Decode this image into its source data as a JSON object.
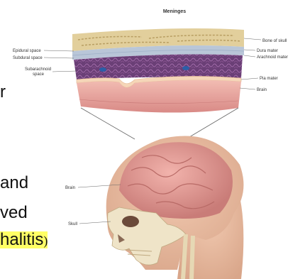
{
  "title": "Meninges",
  "labels": {
    "epidural": "Epidural space",
    "subdural": "Subdural space",
    "subarachnoid_1": "Subarachnoid",
    "subarachnoid_2": "space",
    "bone_of_skull": "Bone of skull",
    "dura_mater": "Dura mater",
    "arachnoid_mater": "Arachnoid mater",
    "pia_mater": "Pia mater",
    "brain_layer": "Brain",
    "brain_head": "Brain",
    "skull": "Skull"
  },
  "background_fragments": {
    "r": "r",
    "and": "and",
    "ved": "ved",
    "halitis": "halitis",
    "paren": ")"
  },
  "colors": {
    "bone": "#e2cf9c",
    "dura": "#b9c6d8",
    "arachnoid": "#6a3f76",
    "pia": "#f0c8a8",
    "brain": "#e8a7a0",
    "highlight": "#ffff66"
  }
}
